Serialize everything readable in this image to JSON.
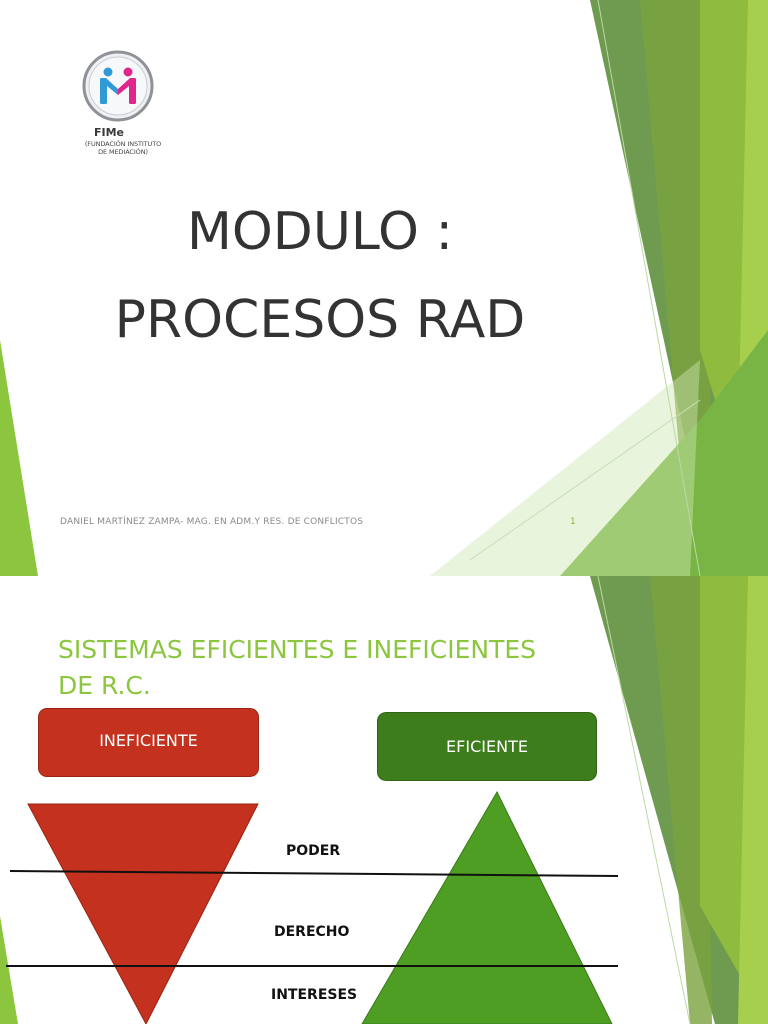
{
  "colors": {
    "accent_green": "#8cc63f",
    "ineficiente_red": "#c4311e",
    "eficiente_green": "#3e7d1c",
    "triangle_green": "#4e9e23",
    "title_gray": "#333333"
  },
  "slide1": {
    "logo": {
      "word": "FIMe",
      "subtitle_lines": [
        "(FUNDACIÓN INSTITUTO",
        "DE MEDIACIÓN)"
      ]
    },
    "title_lines": [
      "MODULO :",
      "PROCESOS RAD"
    ],
    "footer": "DANIEL MARTÍNEZ ZAMPA- MAG. EN ADM.Y RES. DE CONFLICTOS",
    "page_number": "1"
  },
  "slide2": {
    "title_lines": [
      "SISTEMAS EFICIENTES E INEFICIENTES",
      "DE R.C."
    ],
    "ineficiente_label": "INEFICIENTE",
    "eficiente_label": "EFICIENTE",
    "levels": [
      "PODER",
      "DERECHO",
      "INTERESES"
    ]
  }
}
